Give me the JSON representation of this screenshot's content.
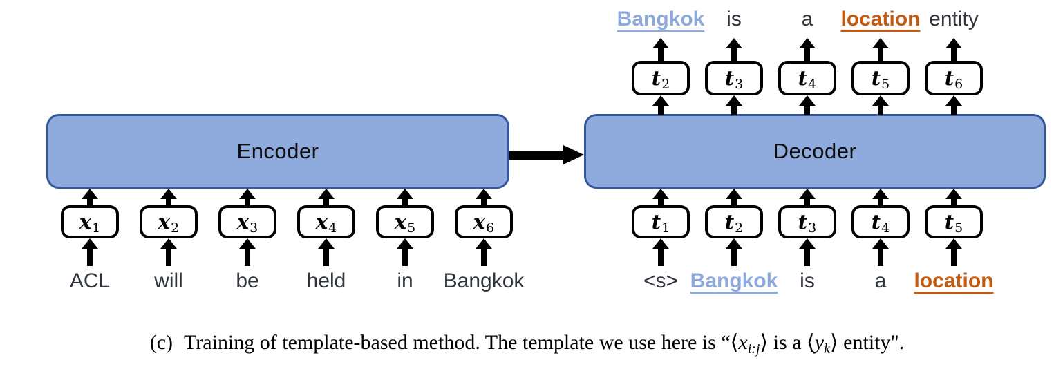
{
  "encoder": {
    "label": "Encoder",
    "inputs": [
      {
        "symbol": "x",
        "sub": "1",
        "word": "ACL",
        "style": "plain"
      },
      {
        "symbol": "x",
        "sub": "2",
        "word": "will",
        "style": "plain"
      },
      {
        "symbol": "x",
        "sub": "3",
        "word": "be",
        "style": "plain"
      },
      {
        "symbol": "x",
        "sub": "4",
        "word": "held",
        "style": "plain"
      },
      {
        "symbol": "x",
        "sub": "5",
        "word": "in",
        "style": "plain"
      },
      {
        "symbol": "x",
        "sub": "6",
        "word": "Bangkok",
        "style": "plain"
      }
    ]
  },
  "decoder": {
    "label": "Decoder",
    "inputs": [
      {
        "symbol": "t",
        "sub": "1",
        "word": "<s>",
        "style": "plain"
      },
      {
        "symbol": "t",
        "sub": "2",
        "word": "Bangkok",
        "style": "entity-blue"
      },
      {
        "symbol": "t",
        "sub": "3",
        "word": "is",
        "style": "plain"
      },
      {
        "symbol": "t",
        "sub": "4",
        "word": "a",
        "style": "plain"
      },
      {
        "symbol": "t",
        "sub": "5",
        "word": "location",
        "style": "entity-orange"
      }
    ],
    "outputs": [
      {
        "symbol": "t",
        "sub": "2",
        "word": "Bangkok",
        "style": "entity-blue"
      },
      {
        "symbol": "t",
        "sub": "3",
        "word": "is",
        "style": "plain"
      },
      {
        "symbol": "t",
        "sub": "4",
        "word": "a",
        "style": "plain"
      },
      {
        "symbol": "t",
        "sub": "5",
        "word": "location",
        "style": "entity-orange"
      },
      {
        "symbol": "t",
        "sub": "6",
        "word": "entity",
        "style": "plain"
      }
    ]
  },
  "caption": {
    "label": "(c)",
    "text_before": "Training of template-based method. The template we use here is “",
    "angle_open_1": "⟨",
    "var_1": "x",
    "sub_1": "i:j",
    "angle_close_1": "⟩",
    "text_middle": " is a ",
    "angle_open_2": "⟨",
    "var_2": "y",
    "sub_2": "k",
    "angle_close_2": "⟩",
    "text_after": " entity\"."
  },
  "colors": {
    "block_fill": "#8FAADC",
    "block_border": "#35589B",
    "entity_blue": "#8EA9DB",
    "entity_orange": "#C55A11",
    "word_dark": "#30343C",
    "arrow_black": "#000000"
  }
}
